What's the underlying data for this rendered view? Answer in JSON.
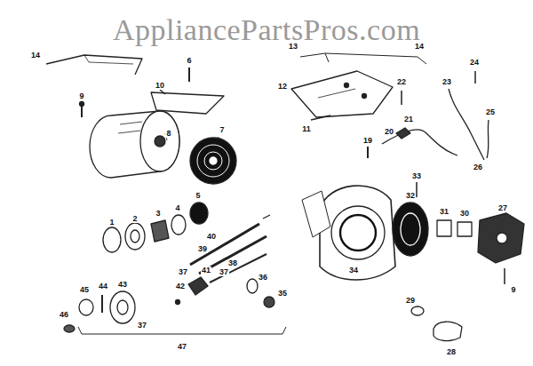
{
  "diagram": {
    "labels": [
      "AppliancePartsPros.com",
      "14",
      "6",
      "9",
      "10",
      "8",
      "7",
      "5",
      "1",
      "2",
      "3",
      "4",
      "40",
      "39",
      "38",
      "37",
      "36",
      "35",
      "37",
      "41",
      "42",
      "43",
      "44",
      "45",
      "46",
      "37",
      "47",
      "13",
      "14",
      "12",
      "11",
      "22",
      "23",
      "24",
      "25",
      "26",
      "21",
      "20",
      "19",
      "33",
      "32",
      "31",
      "30",
      "27",
      "9",
      "34",
      "29",
      "28"
    ]
  }
}
